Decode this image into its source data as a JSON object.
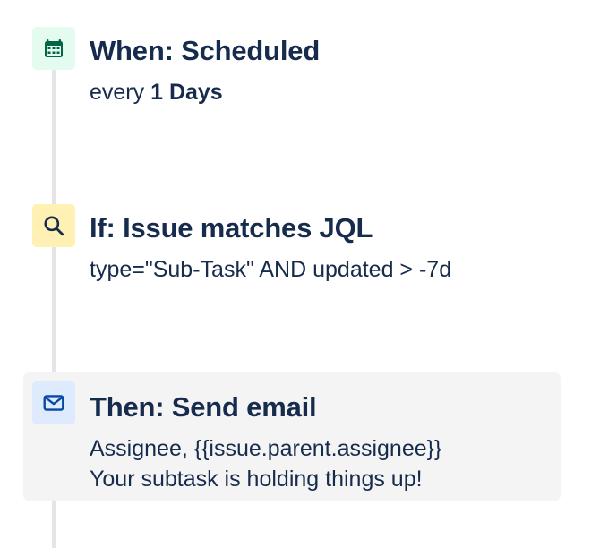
{
  "trigger": {
    "title": "When: Scheduled",
    "desc_prefix": "every",
    "desc_value": "1 Days",
    "icon": "calendar-icon",
    "icon_color": "#006644",
    "icon_bg": "#e3fcef"
  },
  "condition": {
    "title": "If: Issue matches JQL",
    "desc": "type=\"Sub-Task\" AND updated > -7d",
    "icon": "search-icon",
    "icon_color": "#172b4d",
    "icon_bg": "#fff0b3"
  },
  "action": {
    "title": "Then: Send email",
    "line1": "Assignee, {{issue.parent.assignee}}",
    "line2": "Your subtask is holding things up!",
    "icon": "mail-icon",
    "icon_color": "#0747a6",
    "icon_bg": "#deebff"
  },
  "colors": {
    "text": "#172b4d",
    "timeline": "#e4e5e8",
    "selected_bg": "#f4f4f5"
  }
}
